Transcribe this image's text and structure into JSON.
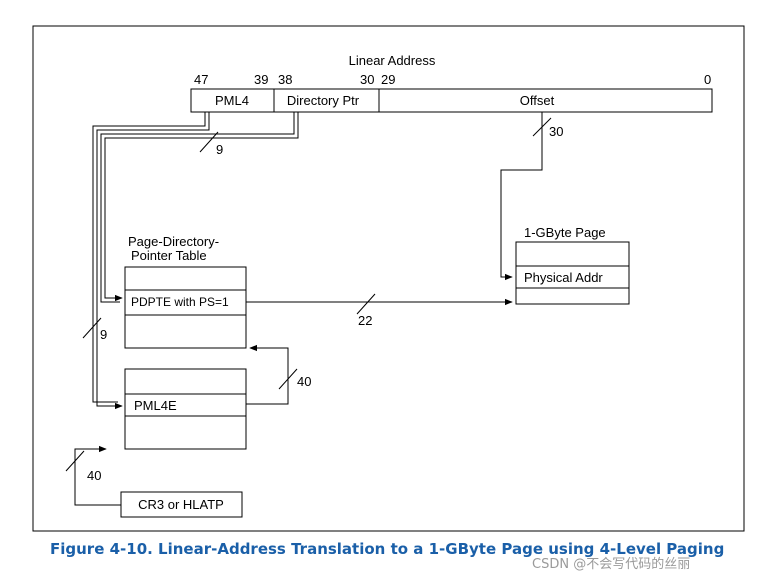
{
  "figure": {
    "title": "Linear Address",
    "bits": {
      "b47": "47",
      "b39": "39",
      "b38": "38",
      "b30": "30",
      "b29": "29",
      "b0": "0"
    },
    "fields": {
      "pml4": "PML4",
      "directory_ptr": "Directory Ptr",
      "offset": "Offset"
    },
    "widths": {
      "w9_top": "9",
      "w30": "30",
      "w9_left": "9",
      "w22": "22",
      "w40_right": "40",
      "w40_left": "40"
    },
    "tables": {
      "gbyte_page_title": "1-GByte Page",
      "physical_addr": "Physical Addr",
      "pdpt_title_line1": "Page-Directory-",
      "pdpt_title_line2": "Pointer Table",
      "pdpte": "PDPTE with PS=1",
      "pml4e": "PML4E",
      "cr3": "CR3 or HLATP"
    }
  },
  "caption": "Figure 4-10.  Linear-Address Translation to a 1-GByte Page using 4-Level Paging",
  "watermark": "CSDN @不会写代码的丝丽"
}
